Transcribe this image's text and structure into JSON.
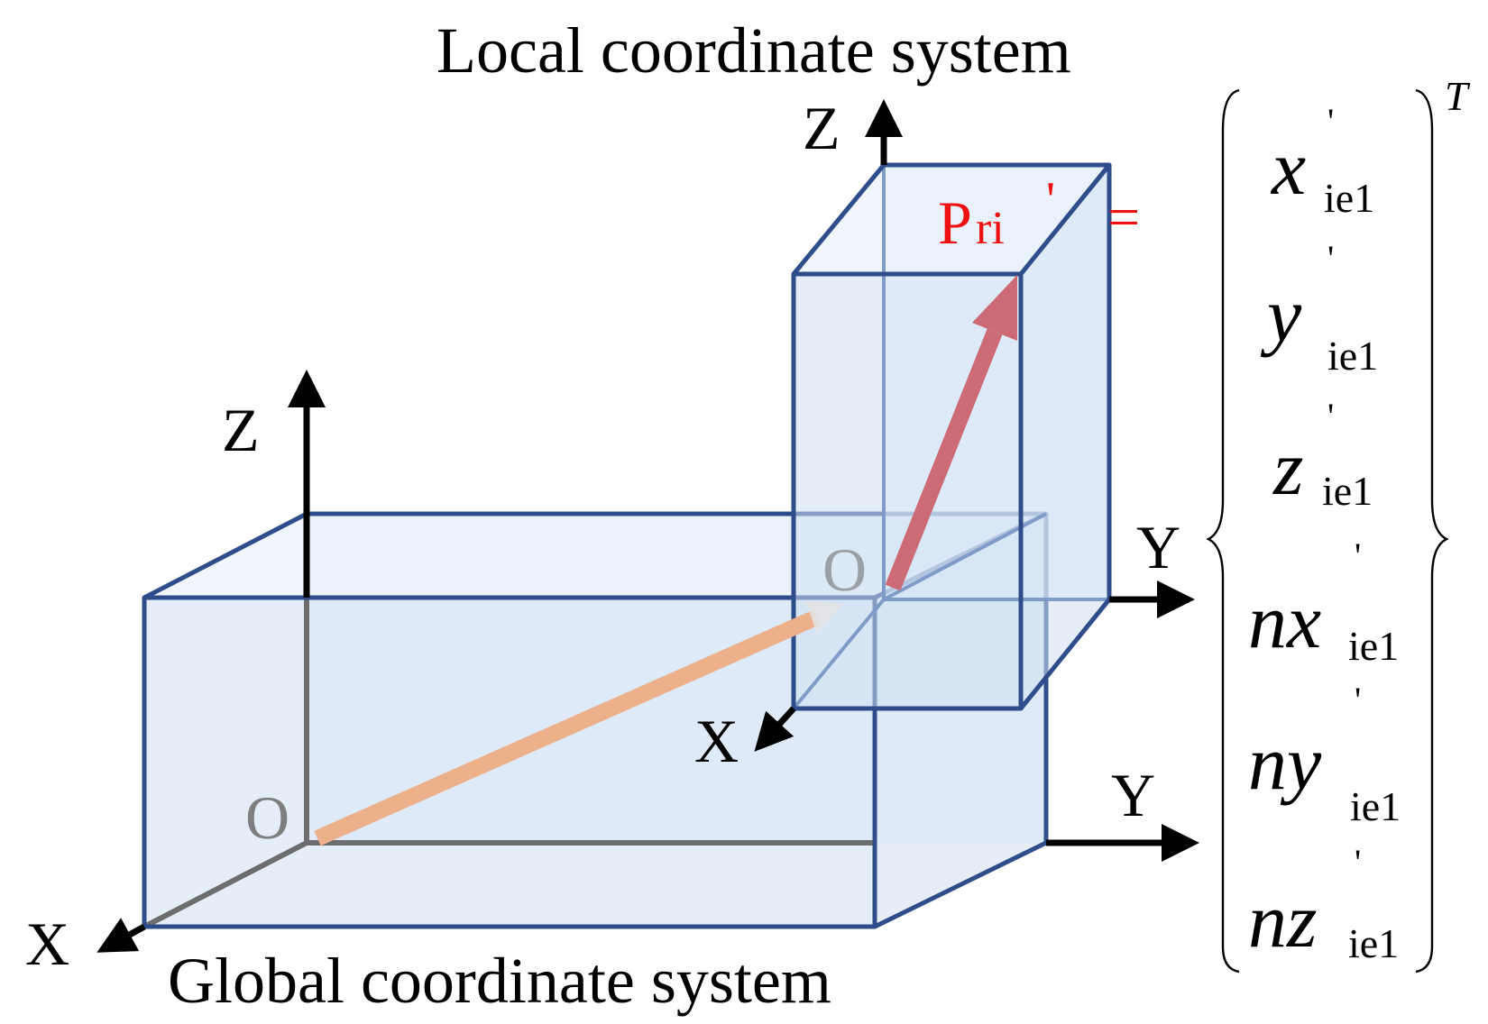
{
  "titles": {
    "local": "Local coordinate system",
    "global": "Global coordinate system"
  },
  "global_axes": {
    "z": "Z",
    "y": "Y",
    "x": "X",
    "origin": "O"
  },
  "local_axes": {
    "z": "Z",
    "y": "Y",
    "x": "X",
    "origin": "O"
  },
  "vector_label": {
    "main": "P",
    "sub": "ri",
    "prime": "'",
    "equals": "="
  },
  "matrix": {
    "transpose": "T",
    "prime": "'",
    "entries": [
      {
        "var": "x",
        "sub": "ie1"
      },
      {
        "var": "y",
        "sub": "ie1"
      },
      {
        "var": "z",
        "sub": "ie1"
      },
      {
        "var": "nx",
        "sub": "ie1"
      },
      {
        "var": "ny",
        "sub": "ie1"
      },
      {
        "var": "nz",
        "sub": "ie1"
      }
    ]
  },
  "colors": {
    "box_edge": "#2e4d8a",
    "box_face": "#cfe0f2",
    "global_vector": "#ecb08a",
    "local_vector": "#cc6b76",
    "label_red": "#ee1111"
  }
}
